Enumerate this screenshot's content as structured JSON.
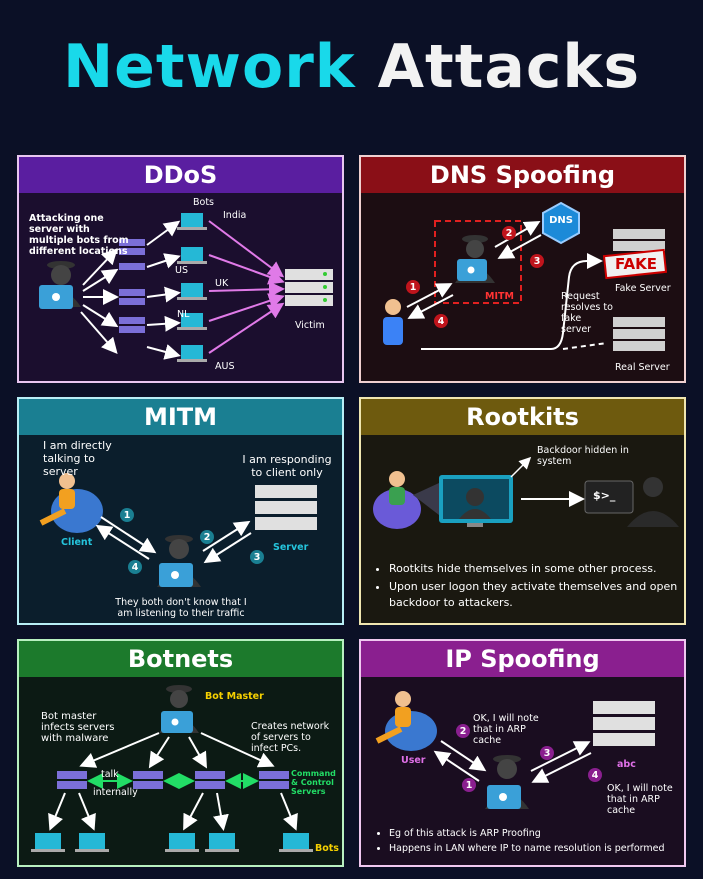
{
  "title": {
    "part1": "Network",
    "part2": "Attacks"
  },
  "colors": {
    "background": "#0b1026",
    "title_cyan": "#19d9ea",
    "ddos": "#5a1ea0",
    "dns": "#8a0f17",
    "mitm": "#1a7f92",
    "rootkits": "#6e5a0e",
    "botnets": "#1c7a2c",
    "ipspoof": "#8a1f8f"
  },
  "ddos": {
    "heading": "DDoS",
    "desc": "Attacking one server with multiple bots from different locations",
    "bots": "Bots",
    "locations": [
      "India",
      "US",
      "UK",
      "NL",
      "AUS"
    ],
    "victim": "Victim"
  },
  "dns": {
    "heading": "DNS Spoofing",
    "dns_icon": "DNS",
    "fake_sign": "FAKE",
    "mitm": "MITM",
    "request": "Request resolves to fake server",
    "fake_server": "Fake Server",
    "real_server": "Real Server",
    "steps": [
      "1",
      "2",
      "3",
      "4"
    ]
  },
  "mitm": {
    "heading": "MITM",
    "client_quote": "I am directly talking to server",
    "server_quote": "I am responding to client only",
    "client": "Client",
    "server": "Server",
    "bottom": "They both don't know that I am listening to their traffic",
    "steps": [
      "1",
      "2",
      "3",
      "4"
    ]
  },
  "rootkits": {
    "heading": "Rootkits",
    "backdoor": "Backdoor hidden in system",
    "prompt": "$>_",
    "bullets": [
      "Rootkits hide themselves in some other process.",
      "Upon user logon they activate themselves and open backdoor to attackers."
    ]
  },
  "botnets": {
    "heading": "Botnets",
    "master": "Bot Master",
    "infects": "Bot master infects servers with malware",
    "creates": "Creates network of servers to infect PCs.",
    "talk": "talk",
    "internally": "internally",
    "cnc": "Command & Control Servers",
    "bots": "Bots"
  },
  "ipspoof": {
    "heading": "IP Spoofing",
    "note1": "OK, I will note that in ARP cache",
    "note2": "OK, I will note that in ARP cache",
    "user": "User",
    "abc": "abc",
    "steps": [
      "1",
      "2",
      "3",
      "4"
    ],
    "bullets": [
      "Eg of this attack is ARP Proofing",
      "Happens in LAN where IP to name resolution is performed"
    ]
  }
}
